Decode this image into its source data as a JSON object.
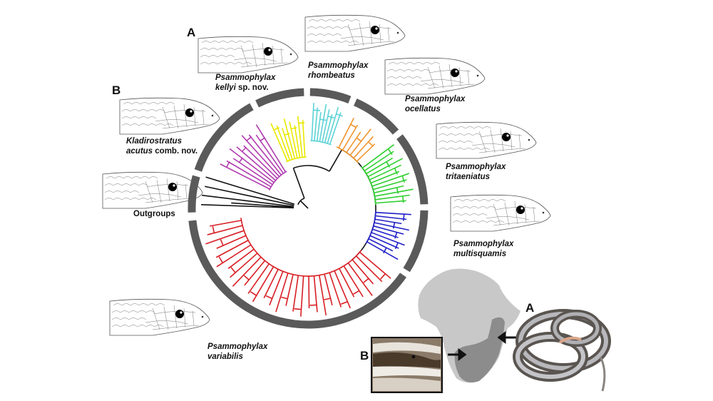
{
  "figure": {
    "panel_letters": {
      "kellyi": "A",
      "kladirostratus": "B",
      "map_photo_a": "A",
      "map_photo_b": "B"
    },
    "taxa": [
      {
        "id": "kellyi",
        "genus": "Psammophylax",
        "species": "kellyi",
        "suffix": "sp. nov.",
        "clade_color": "#e8e800"
      },
      {
        "id": "rhombeatus",
        "genus": "Psammophylax",
        "species": "rhombeatus",
        "suffix": "",
        "clade_color": "#5cd3d6"
      },
      {
        "id": "ocellatus",
        "genus": "Psammophylax",
        "species": "ocellatus",
        "suffix": "",
        "clade_color": "#f0952e"
      },
      {
        "id": "tritaeniatus",
        "genus": "Psammophylax",
        "species": "tritaeniatus",
        "suffix": "",
        "clade_color": "#2ecf2e"
      },
      {
        "id": "multisquamis",
        "genus": "Psammophylax",
        "species": "multisquamis",
        "suffix": "",
        "clade_color": "#2020c8"
      },
      {
        "id": "variabilis",
        "genus": "Psammophylax",
        "species": "variabilis",
        "suffix": "",
        "clade_color": "#d81e24"
      },
      {
        "id": "acutus",
        "genus": "Kladirostratus",
        "species": "acutus",
        "suffix": "comb. nov.",
        "clade_color": "#b03cb0"
      },
      {
        "id": "outgroups",
        "genus": "",
        "species": "",
        "label": "Outgroups",
        "clade_color": "#111111"
      }
    ],
    "colors": {
      "ring": "#5a5a5a",
      "backbone": "#111111",
      "map_land": "#c8c8c8",
      "map_range": "#8c8c8c"
    },
    "map": {
      "subject": "Africa",
      "arrows": [
        "points to range of A",
        "points to range of B"
      ]
    }
  }
}
